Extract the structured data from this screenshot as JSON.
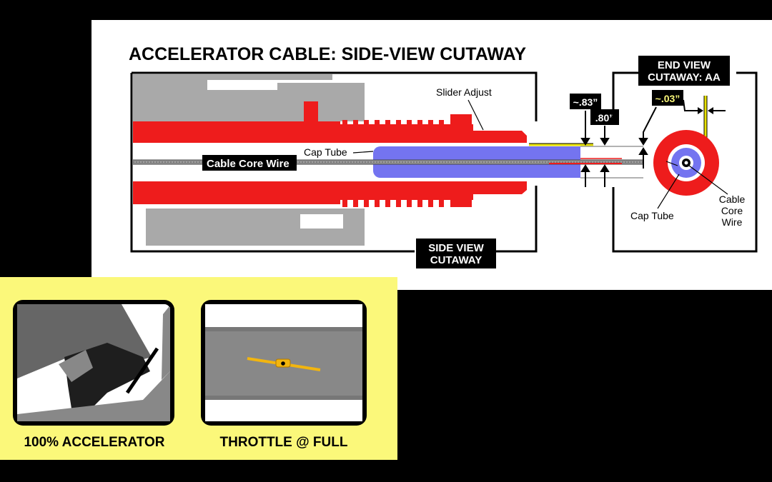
{
  "diagram": {
    "title": "ACCELERATOR CABLE: SIDE-VIEW CUTAWAY",
    "labels": {
      "slider_adjust": "Slider Adjust",
      "cap_tube": "Cap Tube",
      "cable_core_wire": "Cable Core Wire",
      "side_view": [
        "SIDE VIEW",
        "CUTAWAY"
      ],
      "end_view": [
        "END VIEW",
        "CUTAWAY: AA"
      ],
      "dim_83": "~.83”",
      "dim_80": ".80”",
      "dim_03": "~.03”",
      "end_cap_tube": "Cap Tube",
      "end_core_wire": [
        "Cable",
        "Core",
        "Wire"
      ]
    }
  },
  "panels": {
    "accelerator_caption": "100% ACCELERATOR",
    "throttle_caption": "THROTTLE @ FULL"
  },
  "colors": {
    "housing_red": "#ee1c1c",
    "cap_tube_blue": "#7474f0",
    "fitting_gray": "#a9a9a9",
    "dim_yellow": "#fbf87a",
    "panel_yellow": "#fbf87a"
  }
}
